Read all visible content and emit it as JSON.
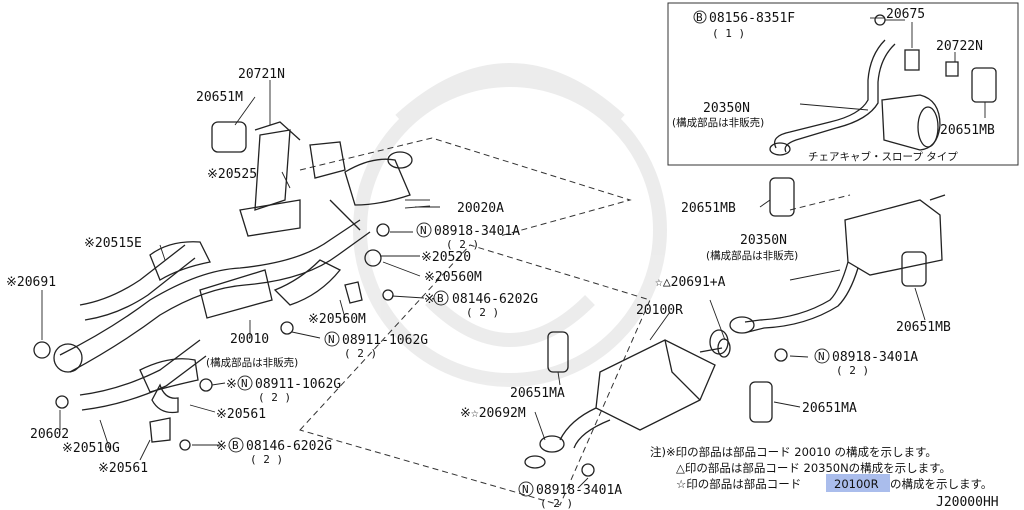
{
  "diagram": {
    "code": "J20000HH",
    "inset": {
      "bolt_code": "08156-8351F",
      "bolt_qty": "( 1 )",
      "bracket": "20675",
      "clip": "20722N",
      "mount": "20651MB",
      "muffler": "20350N",
      "muffler_note": "(構成部品は非販売)",
      "caption": "チェアキャブ・スロープ タイプ"
    },
    "labels": {
      "p20721N": "20721N",
      "p20651M": "20651M",
      "p20525": "※20525",
      "p20515E": "※20515E",
      "p20691": "※20691",
      "p20020A": "20020A",
      "n1_code": "08918-3401A",
      "n1_qty": "( 2 )",
      "p20520": "※20520",
      "p20560M_a": "※20560M",
      "b1_code": "08146-6202G",
      "b1_qty": "( 2 )",
      "p20560M_b": "※20560M",
      "p20010": "20010",
      "p20010_note": "(構成部品は非販売)",
      "n2_code": "08911-1062G",
      "n2_qty": "( 2 )",
      "n3_code": "08911-1062G",
      "n3_qty": "( 2 )",
      "p20561_a": "※20561",
      "p20602": "20602",
      "p20510G": "※20510G",
      "b2_code": "08146-6202G",
      "b2_qty": "( 2 )",
      "p20561_b": "※20561",
      "p20651MB_a": "20651MB",
      "p20350N": "20350N",
      "p20350N_note": "(構成部品は非販売)",
      "p20691A": "☆△20691+A",
      "p20100R": "20100R",
      "p20651MB_b": "20651MB",
      "n4_code": "08918-3401A",
      "n4_qty": "( 2 )",
      "p20651MA_a": "20651MA",
      "p20651MA_b": "20651MA",
      "p20692M": "※☆20692M",
      "n5_code": "08918-3401A",
      "n5_qty": "( 2 )",
      "sym_N": "N",
      "sym_B": "B"
    },
    "notes": {
      "line1": "注)※印の部品は部品コード 20010 の構成を示します。",
      "line2": "△印の部品は部品コード 20350Nの構成を示します。",
      "line3_pre": "☆印の部品は部品コード",
      "line3_code": "20100R",
      "line3_post": "の構成を示します。"
    }
  }
}
